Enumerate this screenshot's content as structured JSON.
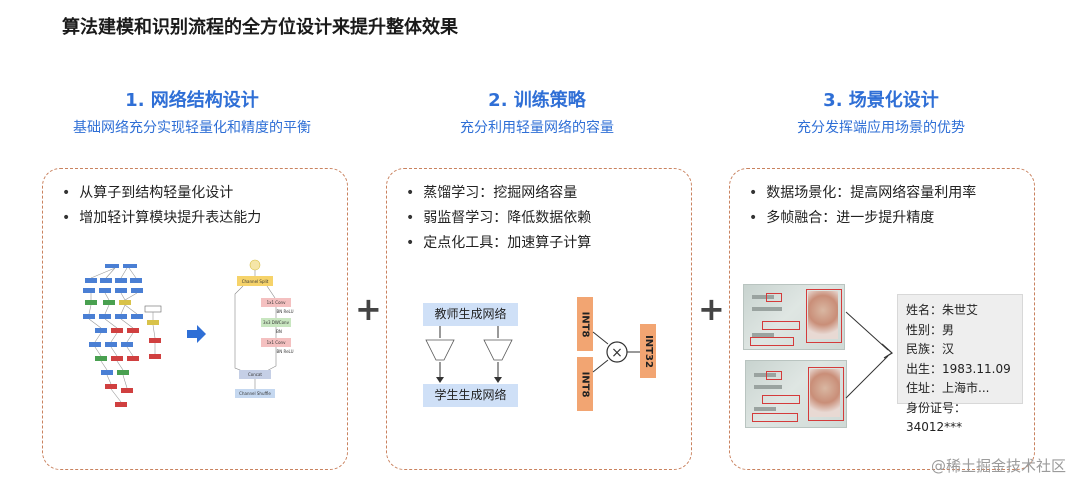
{
  "page": {
    "title": "算法建模和识别流程的全方位设计来提升整体效果"
  },
  "columns": [
    {
      "title": "1. 网络结构设计",
      "subtitle": "基础网络充分实现轻量化和精度的平衡",
      "bullets": [
        "从算子到结构轻量化设计",
        "增加轻计算模块提升表达能力"
      ]
    },
    {
      "title": "2. 训练策略",
      "subtitle": "充分利用轻量网络的容量",
      "bullets": [
        "蒸馏学习：挖掘网络容量",
        "弱监督学习：降低数据依赖",
        "定点化工具：加速算子计算"
      ]
    },
    {
      "title": "3. 场景化设计",
      "subtitle": "充分发挥端应用场景的优势",
      "bullets": [
        "数据场景化：提高网络容量利用率",
        "多帧融合：进一步提升精度"
      ]
    }
  ],
  "plus": "+",
  "shuffle_block": {
    "split": "Channel Split",
    "conv1": "1x1 Conv",
    "bnrelu1": "BN ReLU",
    "dwconv": "3x3 DWConv",
    "bn": "BN",
    "conv2": "1x1 Conv",
    "bnrelu2": "BN ReLU",
    "concat": "Concat",
    "shuffle": "Channel Shuffle"
  },
  "distill": {
    "teacher": "教师生成网络",
    "student": "学生生成网络"
  },
  "quant": {
    "int8_a": "INT8",
    "int8_b": "INT8",
    "int32": "INT32",
    "op": "×"
  },
  "id_info": {
    "lines": [
      "姓名：朱世艾",
      "性别：男",
      "民族：汉",
      "出生：1983.11.09",
      "住址：上海市...",
      "身份证号：34012***"
    ]
  },
  "watermark": "@稀土掘金技术社区",
  "colors": {
    "accent": "#2f6fd6",
    "panel_border": "#c9825f",
    "int_box": "#f2a572",
    "distill_box": "#cfe0f7"
  }
}
